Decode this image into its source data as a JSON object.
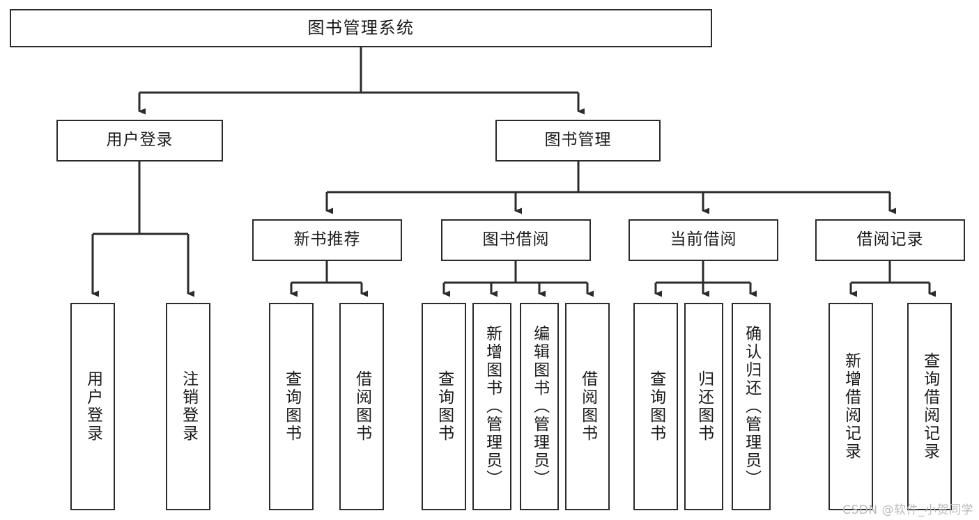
{
  "diagram": {
    "title": "图书管理系统",
    "type": "tree",
    "watermark": "CSDN @软件_小贺同学",
    "colors": {
      "background": "#ffffff",
      "box_border": "#2b2b2b",
      "box_fill": "#ffffff",
      "edge": "#2b2b2b",
      "text": "#1a1a1a",
      "watermark": "#b9b9b9"
    },
    "levels": {
      "root": {
        "label": "图书管理系统"
      },
      "level2": [
        {
          "id": "user_login",
          "label": "用户登录"
        },
        {
          "id": "book_manage",
          "label": "图书管理"
        }
      ],
      "level3": [
        {
          "id": "new_book_rec",
          "label": "新书推荐",
          "parent": "book_manage"
        },
        {
          "id": "book_borrow",
          "label": "图书借阅",
          "parent": "book_manage"
        },
        {
          "id": "current_borrow",
          "label": "当前借阅",
          "parent": "book_manage"
        },
        {
          "id": "borrow_record",
          "label": "借阅记录",
          "parent": "book_manage"
        }
      ],
      "leaves": [
        {
          "id": "leaf_user_login",
          "label": "用户登录",
          "parent": "user_login"
        },
        {
          "id": "leaf_user_logout",
          "label": "注销登录",
          "parent": "user_login"
        },
        {
          "id": "leaf_query_book_1",
          "label": "查询图书",
          "parent": "new_book_rec"
        },
        {
          "id": "leaf_borrow_book_1",
          "label": "借阅图书",
          "parent": "new_book_rec"
        },
        {
          "id": "leaf_query_book_2",
          "label": "查询图书",
          "parent": "book_borrow"
        },
        {
          "id": "leaf_add_book",
          "label": "新增图书（管理员）",
          "parent": "book_borrow"
        },
        {
          "id": "leaf_edit_book",
          "label": "编辑图书（管理员）",
          "parent": "book_borrow"
        },
        {
          "id": "leaf_borrow_book_2",
          "label": "借阅图书",
          "parent": "book_borrow"
        },
        {
          "id": "leaf_query_book_3",
          "label": "查询图书",
          "parent": "current_borrow"
        },
        {
          "id": "leaf_return_book",
          "label": "归还图书",
          "parent": "current_borrow"
        },
        {
          "id": "leaf_confirm_return",
          "label": "确认归还（管理员）",
          "parent": "current_borrow"
        },
        {
          "id": "leaf_add_record",
          "label": "新增借阅记录",
          "parent": "borrow_record"
        },
        {
          "id": "leaf_query_record",
          "label": "查询借阅记录",
          "parent": "borrow_record"
        }
      ]
    }
  }
}
